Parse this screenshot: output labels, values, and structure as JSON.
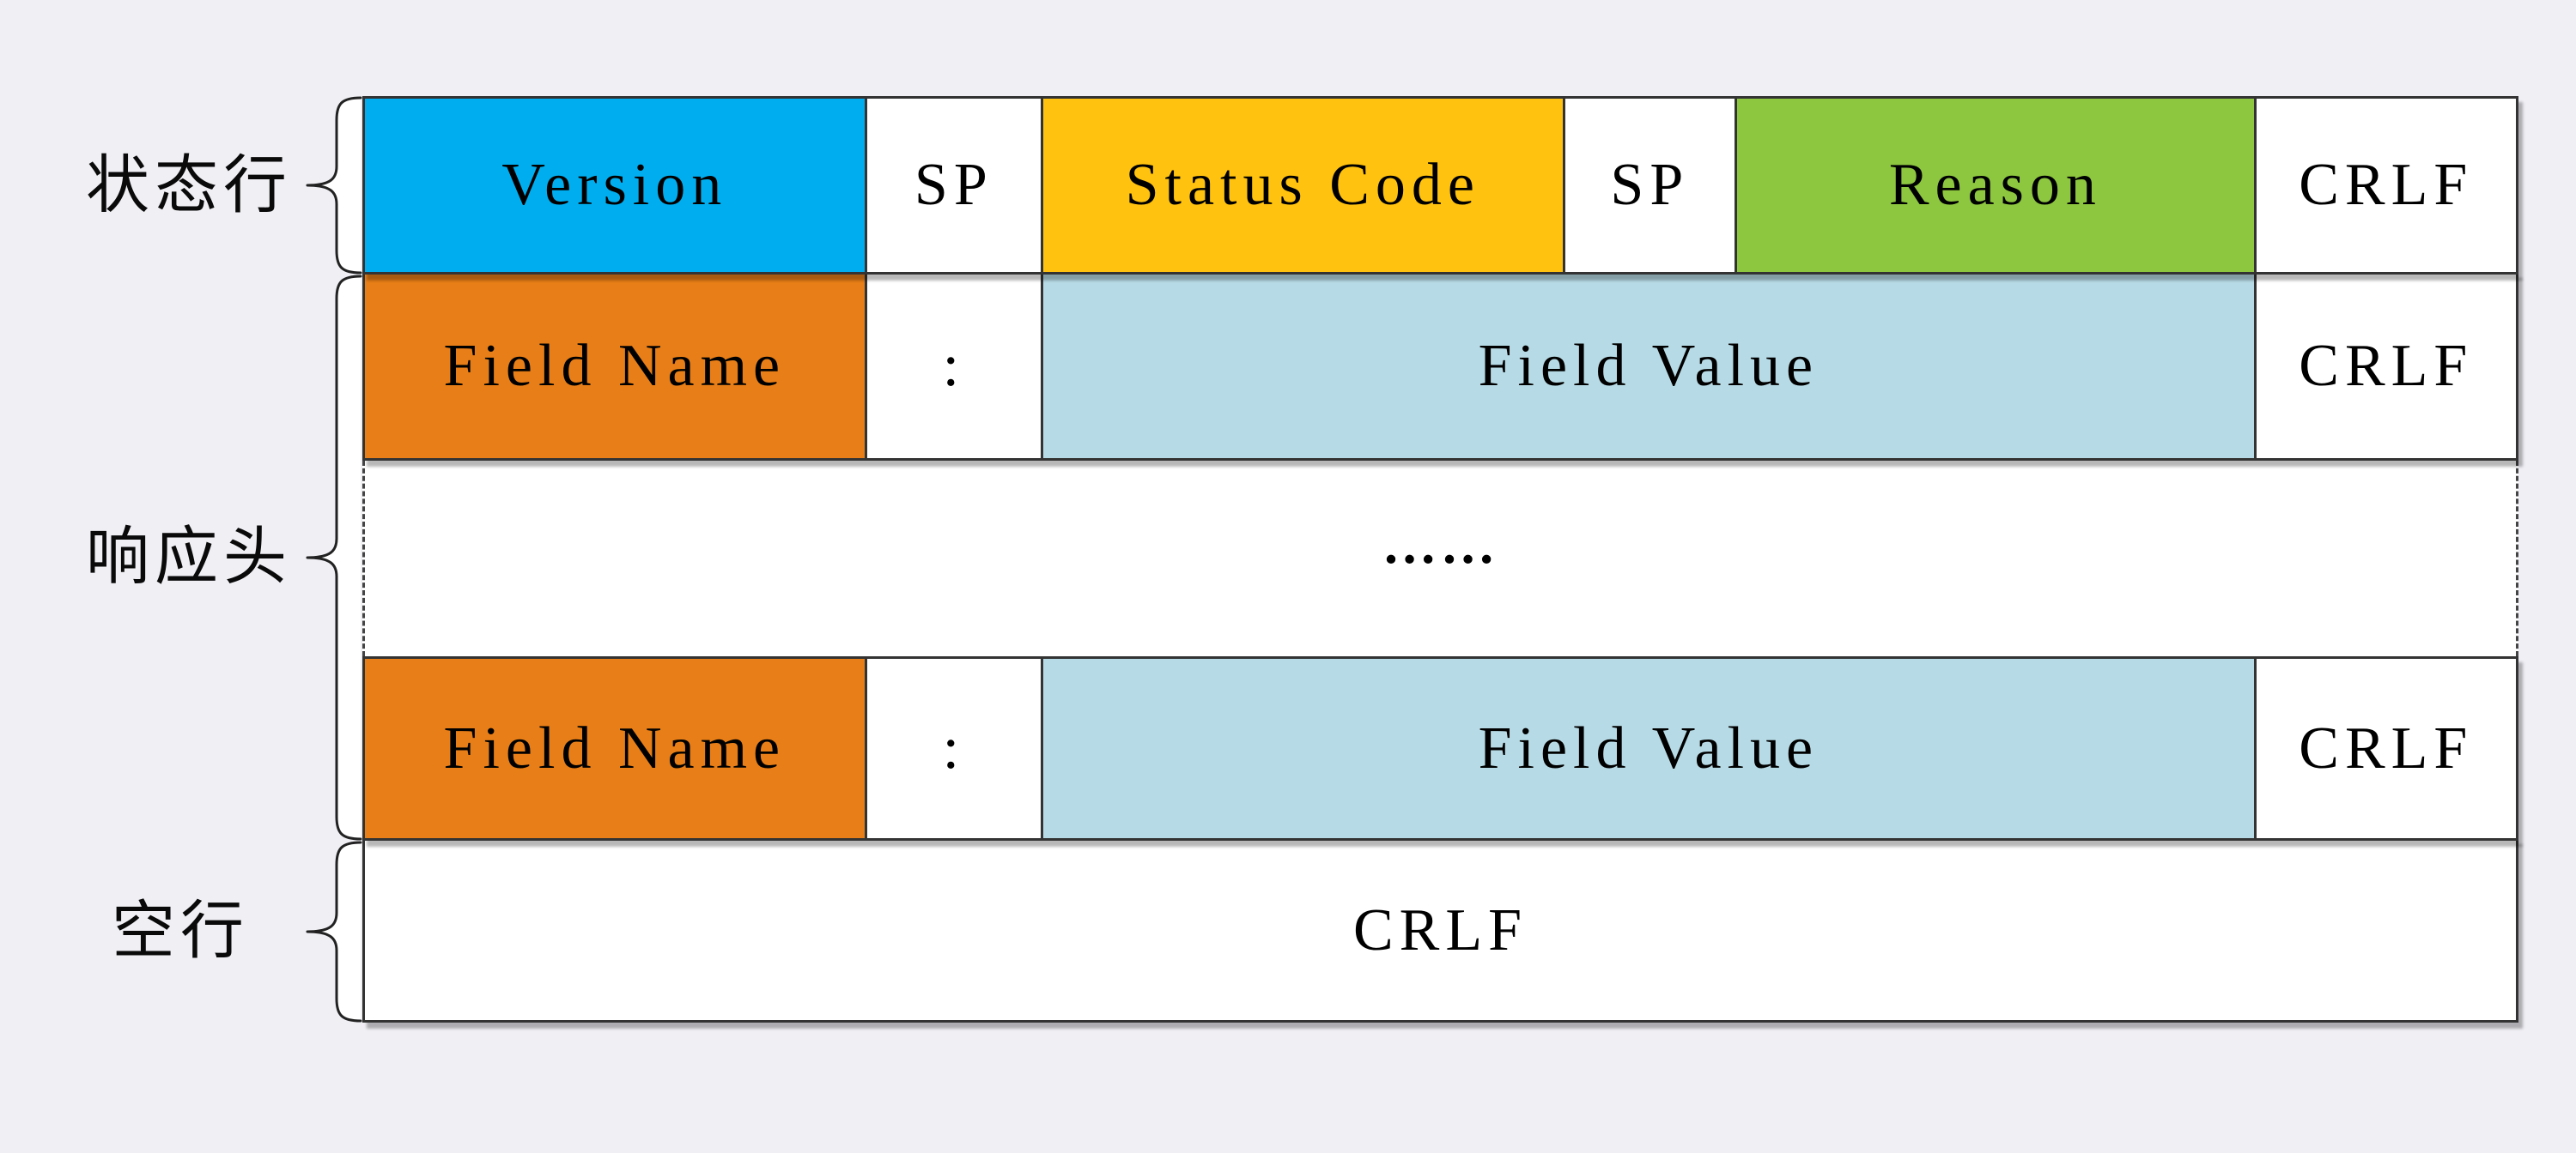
{
  "page": {
    "background": "#F0EFF4"
  },
  "colors": {
    "version_fill": "#00AEEF",
    "status_code_fill": "#FFC20E",
    "reason_fill": "#8DC63F",
    "field_name_fill": "#E87E17",
    "field_value_fill": "#B7DBE6",
    "plain_fill": "#FFFFFF",
    "border": "#333333",
    "text": "#000000"
  },
  "labels": {
    "status_line": "状态行",
    "response_headers": "响应头",
    "blank_line": "空行"
  },
  "status_line_row": {
    "cells": [
      {
        "text": "Version"
      },
      {
        "text": "SP"
      },
      {
        "text": "Status Code"
      },
      {
        "text": "SP"
      },
      {
        "text": "Reason"
      },
      {
        "text": "CRLF"
      }
    ]
  },
  "header_field_row": {
    "cells": [
      {
        "text": "Field Name"
      },
      {
        "text": ":"
      },
      {
        "text": "Field Value"
      },
      {
        "text": "CRLF"
      }
    ]
  },
  "ellipsis_row": {
    "text": "……"
  },
  "blank_line_row": {
    "text": "CRLF"
  }
}
